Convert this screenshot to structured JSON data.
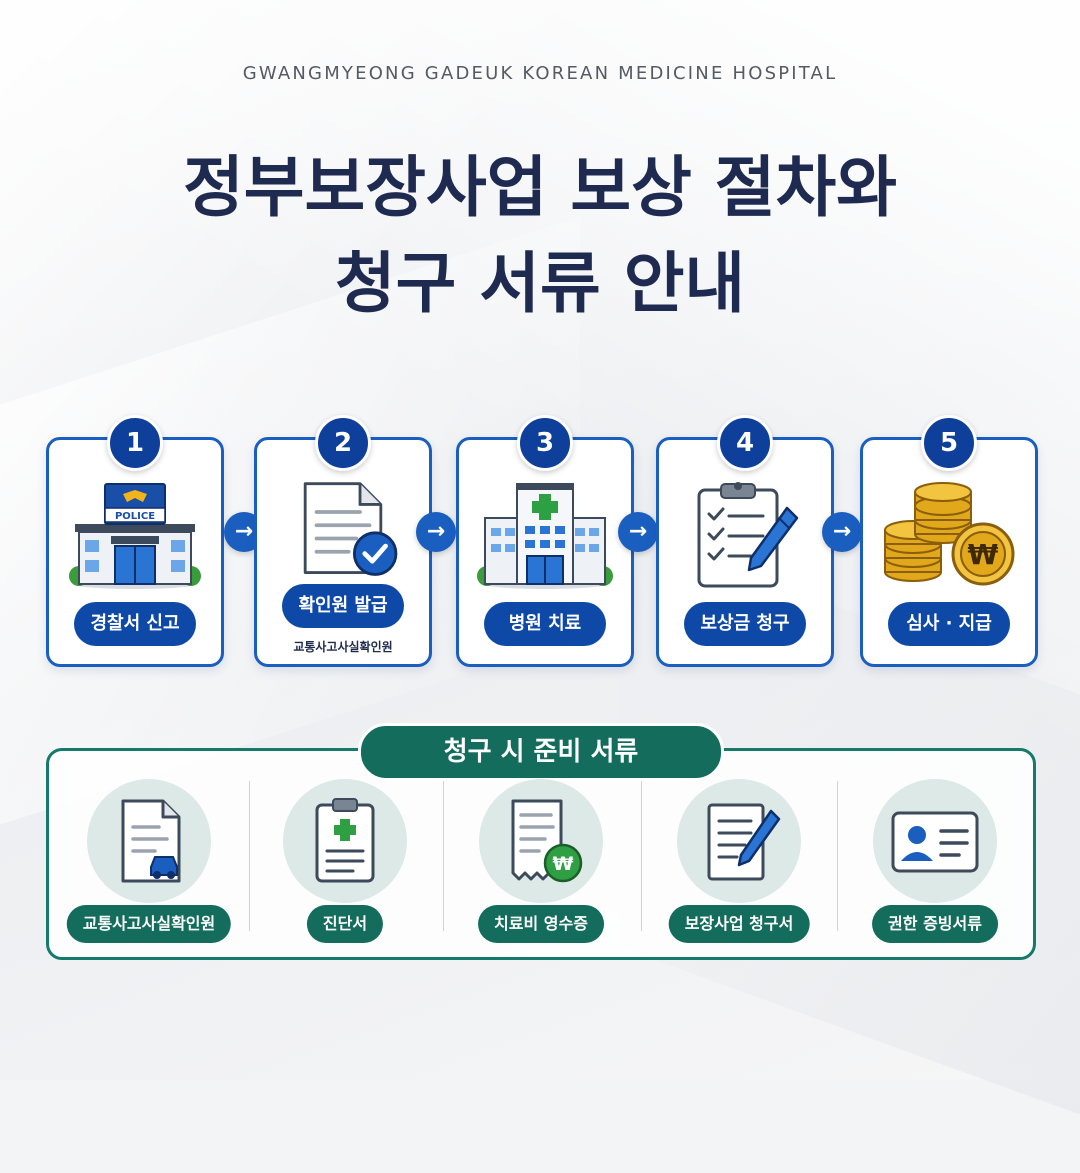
{
  "header": {
    "subtitle": "GWANGMYEONG GADEUK KOREAN MEDICINE HOSPITAL",
    "title_line1": "정부보장사업 보상 절차와",
    "title_line2": "청구 서류 안내"
  },
  "colors": {
    "navy_title": "#1e2a4f",
    "step_blue": "#1a5fbf",
    "step_pill": "#0e49a8",
    "docs_green": "#136c5c",
    "coin_gold": "#e2a81c"
  },
  "steps": [
    {
      "number": "1",
      "label": "경찰서 신고",
      "icon": "police-station-icon",
      "police_sign": "POLICE"
    },
    {
      "number": "2",
      "label": "확인원 발급",
      "sub": "교통사고사실확인원",
      "icon": "document-check-icon"
    },
    {
      "number": "3",
      "label": "병원 치료",
      "icon": "hospital-icon"
    },
    {
      "number": "4",
      "label": "보상금 청구",
      "icon": "clipboard-pen-icon"
    },
    {
      "number": "5",
      "label": "심사 · 지급",
      "icon": "coins-icon",
      "currency": "₩"
    }
  ],
  "arrow_glyph": "→",
  "docs": {
    "title": "청구 시 준비 서류",
    "items": [
      {
        "label": "교통사고사실확인원",
        "icon": "car-document-icon"
      },
      {
        "label": "진단서",
        "icon": "medical-clipboard-icon"
      },
      {
        "label": "치료비 영수증",
        "icon": "receipt-icon",
        "currency": "₩"
      },
      {
        "label": "보장사업 청구서",
        "icon": "form-pen-icon"
      },
      {
        "label": "권한 증빙서류",
        "icon": "id-card-icon"
      }
    ]
  }
}
